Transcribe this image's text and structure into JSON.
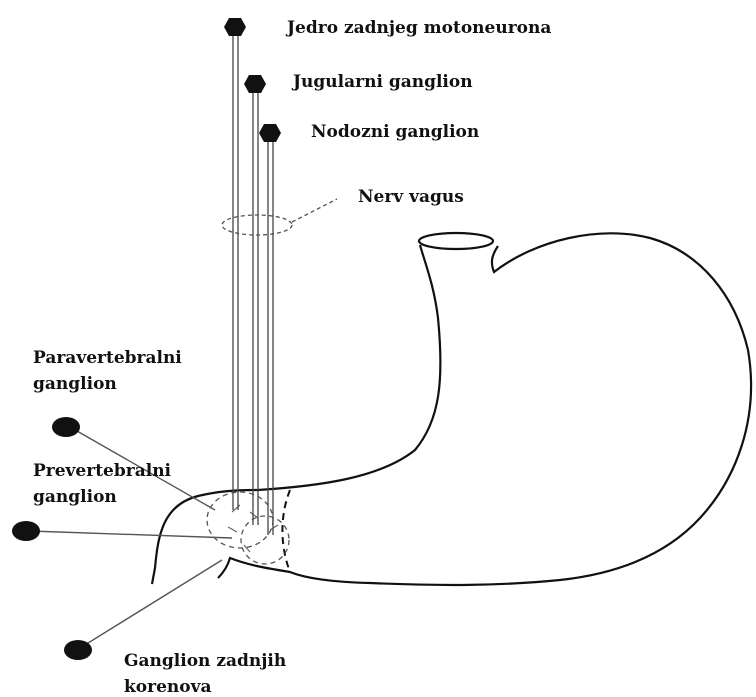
{
  "colors": {
    "line": "#111111",
    "node": "#111111",
    "background": "#ffffff"
  },
  "labels": {
    "jedro": "Jedro zadnjeg motoneurona",
    "jugularni": "Jugularni ganglion",
    "nodozni": "Nodozni ganglion",
    "nerv_vagus": "Nerv vagus",
    "paravertebralni_1": "Paravertebralni",
    "paravertebralni_2": "ganglion",
    "prevertebralni_1": "Prevertebralni",
    "prevertebralni_2": "ganglion",
    "ganglion_zr_1": "Ganglion zadnjih",
    "ganglion_zr_2": "korenova"
  },
  "icons": {
    "vagal_nodes": "hexagon-node",
    "spinal_nodes": "ellipse-node"
  }
}
